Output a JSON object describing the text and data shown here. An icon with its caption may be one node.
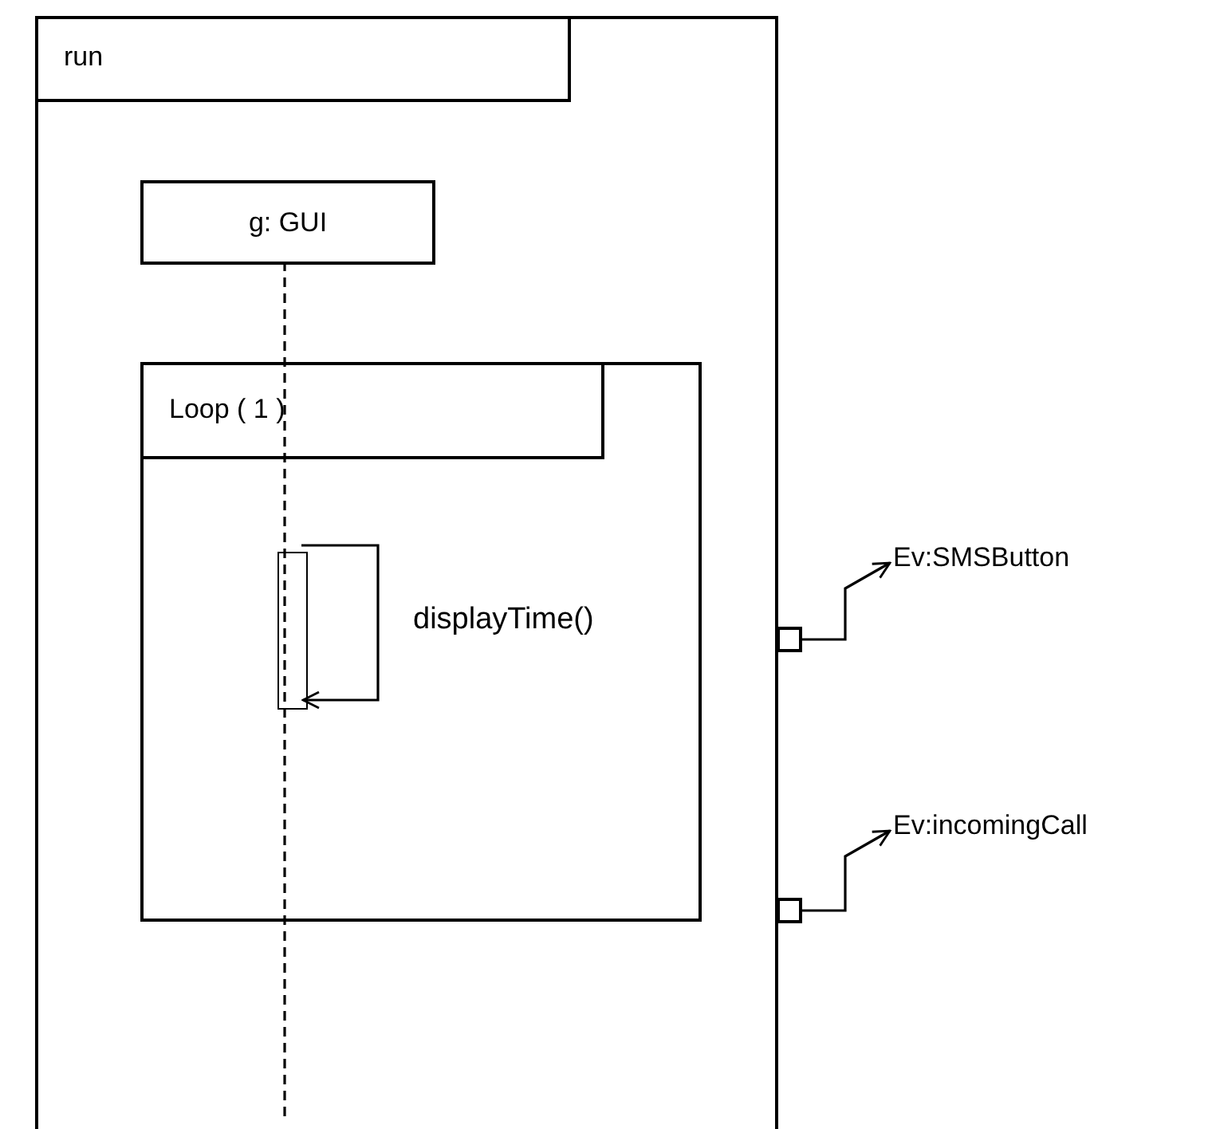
{
  "diagram": {
    "nodes": [
      {
        "text": [
          "run"
        ]
      },
      {
        "text": [
          "g: GUI"
        ],
        "in": 0
      },
      {
        "text": [
          "Loop ( 1 )"
        ],
        "in": 0
      },
      {
        "text": [],
        "shape": "bar",
        "in": 2
      },
      {
        "text": [],
        "shape": "box"
      },
      {
        "text": [
          "Ev:SMSButton"
        ]
      },
      {
        "text": [],
        "shape": "box"
      },
      {
        "text": [
          "Ev:incomingCall"
        ]
      }
    ],
    "edges": [
      {
        "from": 1,
        "to": null,
        "arrow": "none",
        "style": "dashed"
      },
      {
        "from": 3,
        "to": 3,
        "arrow": "to",
        "label": "displayTime()"
      },
      {
        "from": 4,
        "to": 5,
        "arrow": "to"
      },
      {
        "from": 6,
        "to": 7,
        "arrow": "to"
      }
    ]
  }
}
